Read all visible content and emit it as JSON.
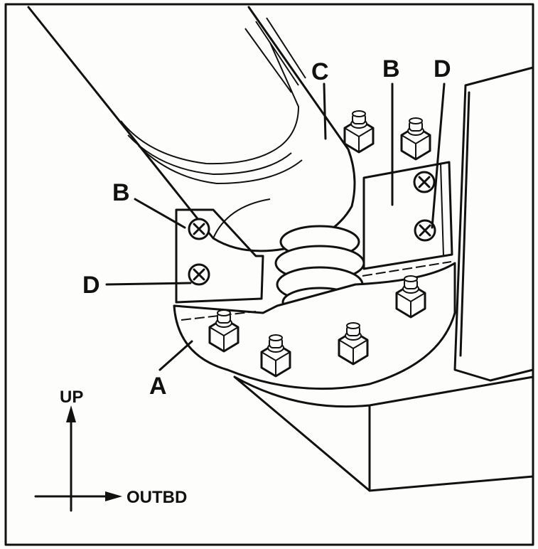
{
  "labels": {
    "a": "A",
    "b_left": "B",
    "b_right": "B",
    "c": "C",
    "d_left": "D",
    "d_right": "D"
  },
  "axes": {
    "up": "UP",
    "outbd": "OUTBD"
  },
  "colors": {
    "ink": "#111111",
    "paper": "#fdfdfb",
    "stipple": "#cfcfcf"
  }
}
